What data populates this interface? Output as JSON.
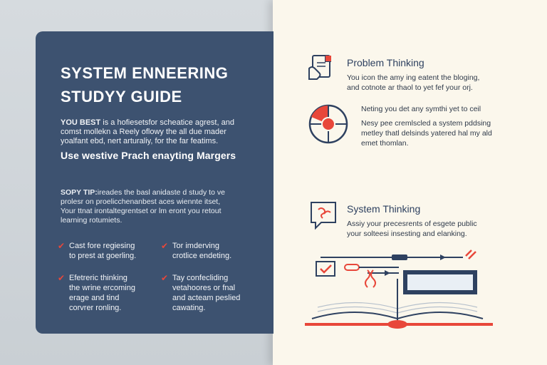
{
  "left_card": {
    "title_line1": "SYSTEM ENNEERING",
    "title_line2": "STUDYY GUIDE",
    "intro_bold": "YOU BEST",
    "intro_line1": " is a hofiesetsfor scheatice agrest, and",
    "intro_line2": "comst mollekn a Reely oflowy the all due mader",
    "intro_line3": "yoalfant ebd, nert arturaliy, for the far featims.",
    "subheading": "Use westive Prach enayting Margers",
    "tip_bold": "SOPY TIP:",
    "tip_line1": "ireades the basl anidaste d study to ve",
    "tip_line2": "prolesr on proelicchenanbest aces wiennte itset,",
    "tip_line3": "Your ttnat irontaltegrentset or lm eront you retout",
    "tip_line4": "learning rotumiets.",
    "checklist": [
      {
        "line1": "Cast fore regiesing",
        "line2": "to prest at goerling."
      },
      {
        "line1": "Tor imderving",
        "line2": "crotlice endeting."
      },
      {
        "line1": "Efetreric thinking",
        "line2": "the wrine ercoming",
        "line3": "erage and tind",
        "line4": "corvrer ronling."
      },
      {
        "line1": "Tay confecliding",
        "line2": "vetahoores or fnal",
        "line3": "and acteam peslied",
        "line4": "cawating."
      }
    ]
  },
  "right_panel": {
    "problem_title": "Problem Thinking",
    "problem_line1": "You icon the amy ing eatent the bloging,",
    "problem_line2": "and cotnote ar thaol to yet fef your orj.",
    "section2_line1": "Neting you det any symthi yet to ceil",
    "section2_line2": "Nesy pee cremlscled a system pddsing",
    "section2_line3": "metley thatl delsinds yatered hal my ald",
    "section2_line4": "emet thomlan.",
    "system_title": "System Thinking",
    "system_line1": "Assiy your precesrents of esgete public",
    "system_line2": "your solteesi insesting and elanking."
  },
  "colors": {
    "card_bg": "#3d5270",
    "accent_red": "#e8473a",
    "right_bg": "#fbf7ec",
    "navy": "#2e4160"
  },
  "icons": [
    "document-hand-icon",
    "target-icon",
    "chat-bubble-icon",
    "flow-diagram-icon",
    "open-book-icon",
    "checkmark-icon"
  ]
}
